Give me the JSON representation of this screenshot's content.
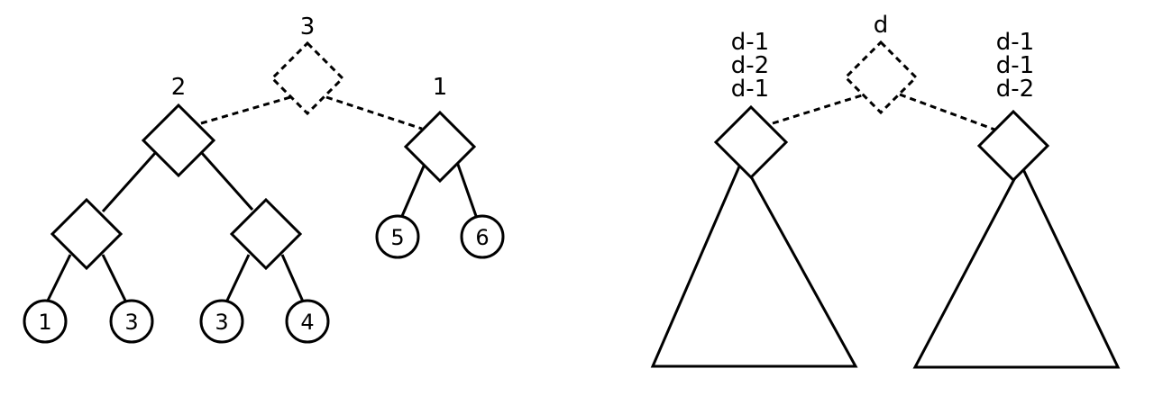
{
  "left_tree": {
    "root_label": "3",
    "left_child_label": "2",
    "right_child_label": "1",
    "leaves": [
      "1",
      "3",
      "3",
      "4",
      "5",
      "6"
    ]
  },
  "right_tree": {
    "root_label": "d",
    "left_child_labels": [
      "d-1",
      "d-2",
      "d-1"
    ],
    "right_child_labels": [
      "d-1",
      "d-1",
      "d-2"
    ]
  }
}
